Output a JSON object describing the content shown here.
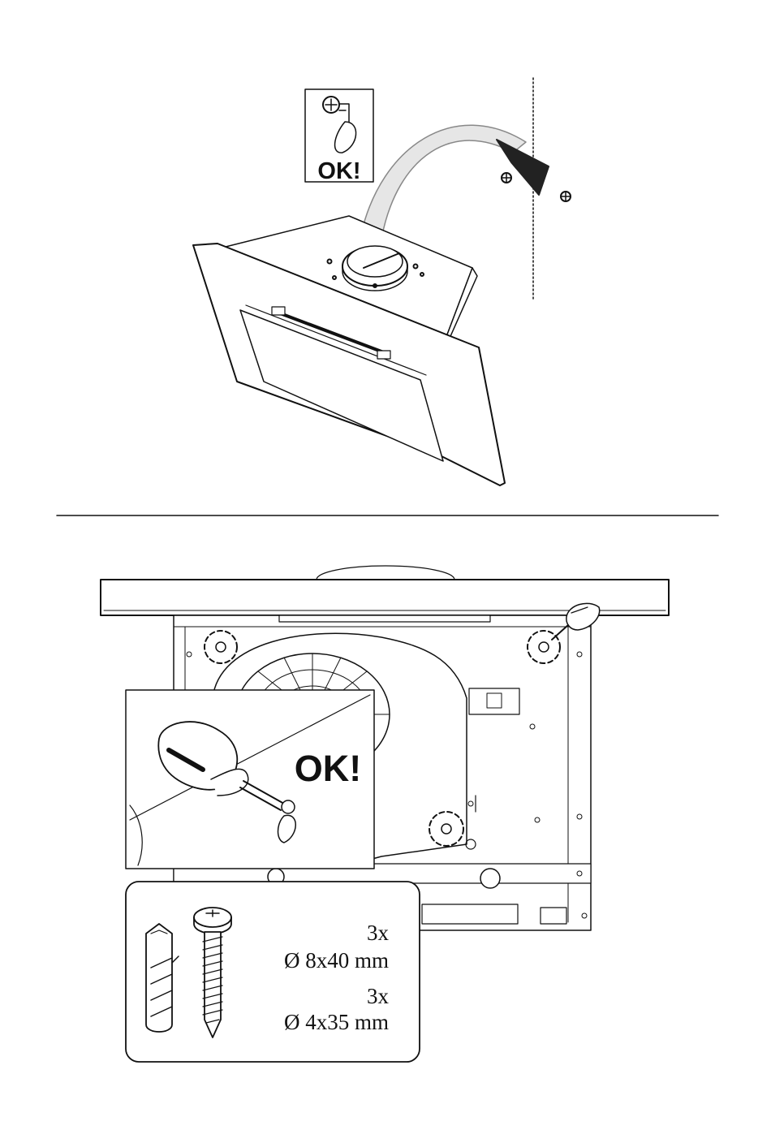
{
  "top_figure": {
    "inset_label": "OK!"
  },
  "bottom_figure": {
    "inset_label": "OK!",
    "hardware": {
      "plug": {
        "quantity": "3x",
        "size": "Ø 8x40 mm"
      },
      "screw": {
        "quantity": "3x",
        "size": "Ø 4x35 mm"
      }
    }
  }
}
